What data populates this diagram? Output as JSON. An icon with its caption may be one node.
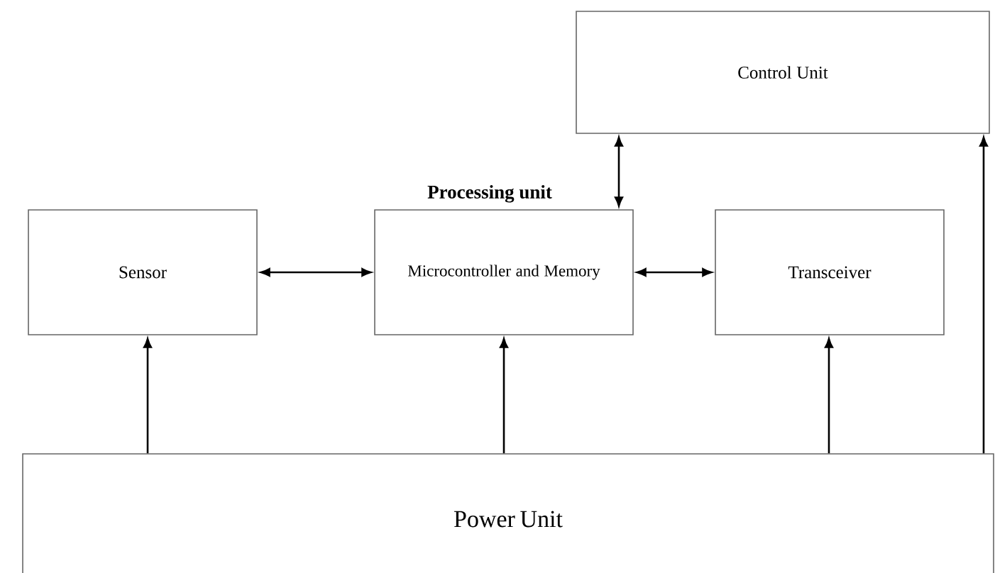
{
  "diagram": {
    "nodes": [
      {
        "text": [
          "Control Unit"
        ]
      },
      {
        "text": [
          "Sensor"
        ]
      },
      {
        "text": [
          "Processing unit",
          "Microcontroller and Memory"
        ]
      },
      {
        "text": [
          "Transceiver"
        ]
      },
      {
        "text": [
          "Power Unit"
        ]
      }
    ],
    "edges": [
      {
        "from": 1,
        "to": 2,
        "arrow": "both"
      },
      {
        "from": 2,
        "to": 3,
        "arrow": "both"
      },
      {
        "from": 2,
        "to": 0,
        "arrow": "both"
      },
      {
        "from": 4,
        "to": 1,
        "arrow": "to"
      },
      {
        "from": 4,
        "to": 2,
        "arrow": "to"
      },
      {
        "from": 4,
        "to": 3,
        "arrow": "to"
      },
      {
        "from": 4,
        "to": 0,
        "arrow": "to"
      }
    ]
  }
}
